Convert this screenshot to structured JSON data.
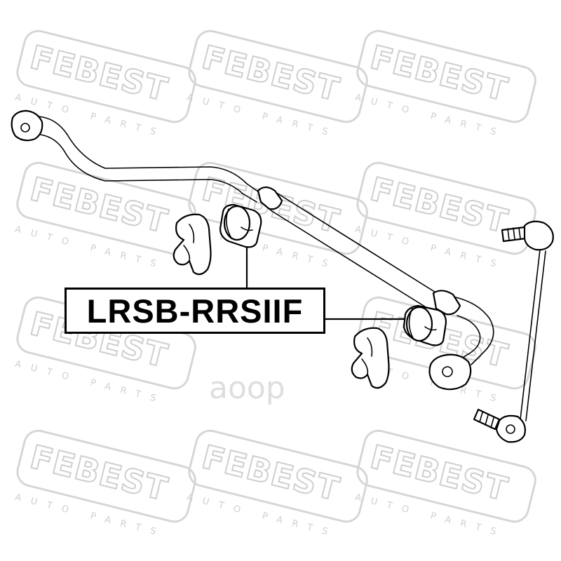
{
  "part_number": "LRSB-RRSIIF",
  "watermark": {
    "brand": "FEBEST",
    "subtitle": "AUTO PARTS",
    "center_mark": "aoop"
  },
  "colors": {
    "line": "#000000",
    "watermark": "#cfcfcf",
    "background": "#ffffff"
  }
}
